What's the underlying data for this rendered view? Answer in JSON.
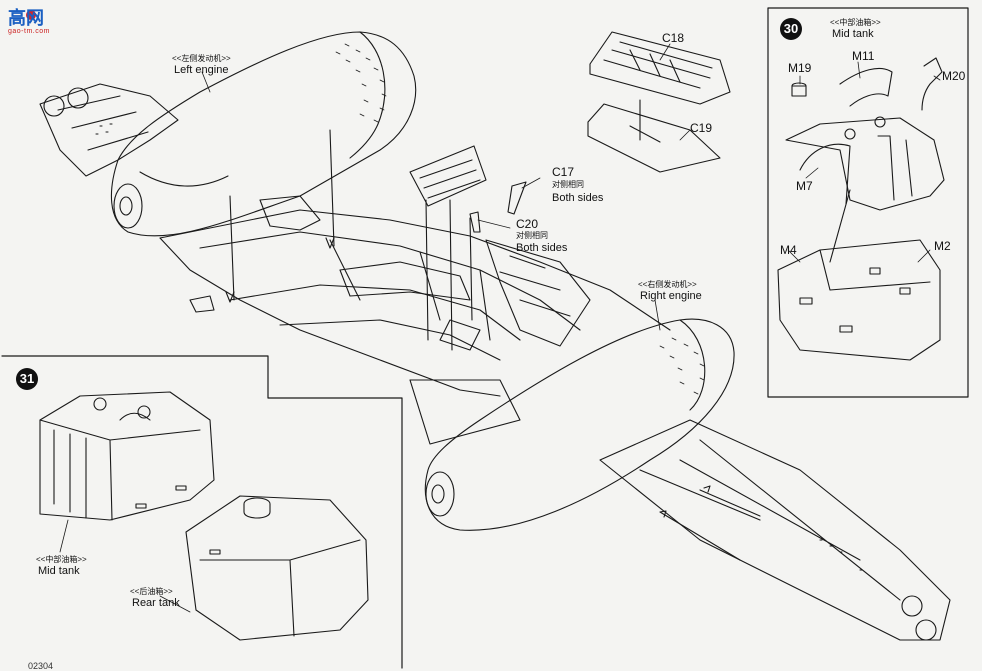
{
  "logo": {
    "mark": "高网",
    "site": "gao-tm.com"
  },
  "steps": {
    "s30": "30",
    "s31": "31"
  },
  "labels": {
    "left_engine_zh": "<<左侧发动机>>",
    "left_engine_en": "Left engine",
    "right_engine_zh": "<<右侧发动机>>",
    "right_engine_en": "Right engine",
    "c18": "C18",
    "c19": "C19",
    "c17": "C17",
    "c17_zh": "对侧相同",
    "c17_en": "Both sides",
    "c20": "C20",
    "c20_zh": "对侧相同",
    "c20_en": "Both sides",
    "mid_tank_zh": "<<中部油箱>>",
    "mid_tank_en": "Mid tank",
    "m11": "M11",
    "m19": "M19",
    "m20": "M20",
    "m7": "M7",
    "m4": "M4",
    "m2": "M2",
    "mid_tank2_zh": "<<中部油箱>>",
    "mid_tank2_en": "Mid tank",
    "rear_tank_zh": "<<后油箱>>",
    "rear_tank_en": "Rear tank"
  },
  "footer": {
    "page_code": "02304"
  },
  "colors": {
    "line": "#1a1a1a",
    "paper": "#f4f4f2",
    "logo_blue": "#1a5fc2",
    "logo_red": "#d22222"
  }
}
